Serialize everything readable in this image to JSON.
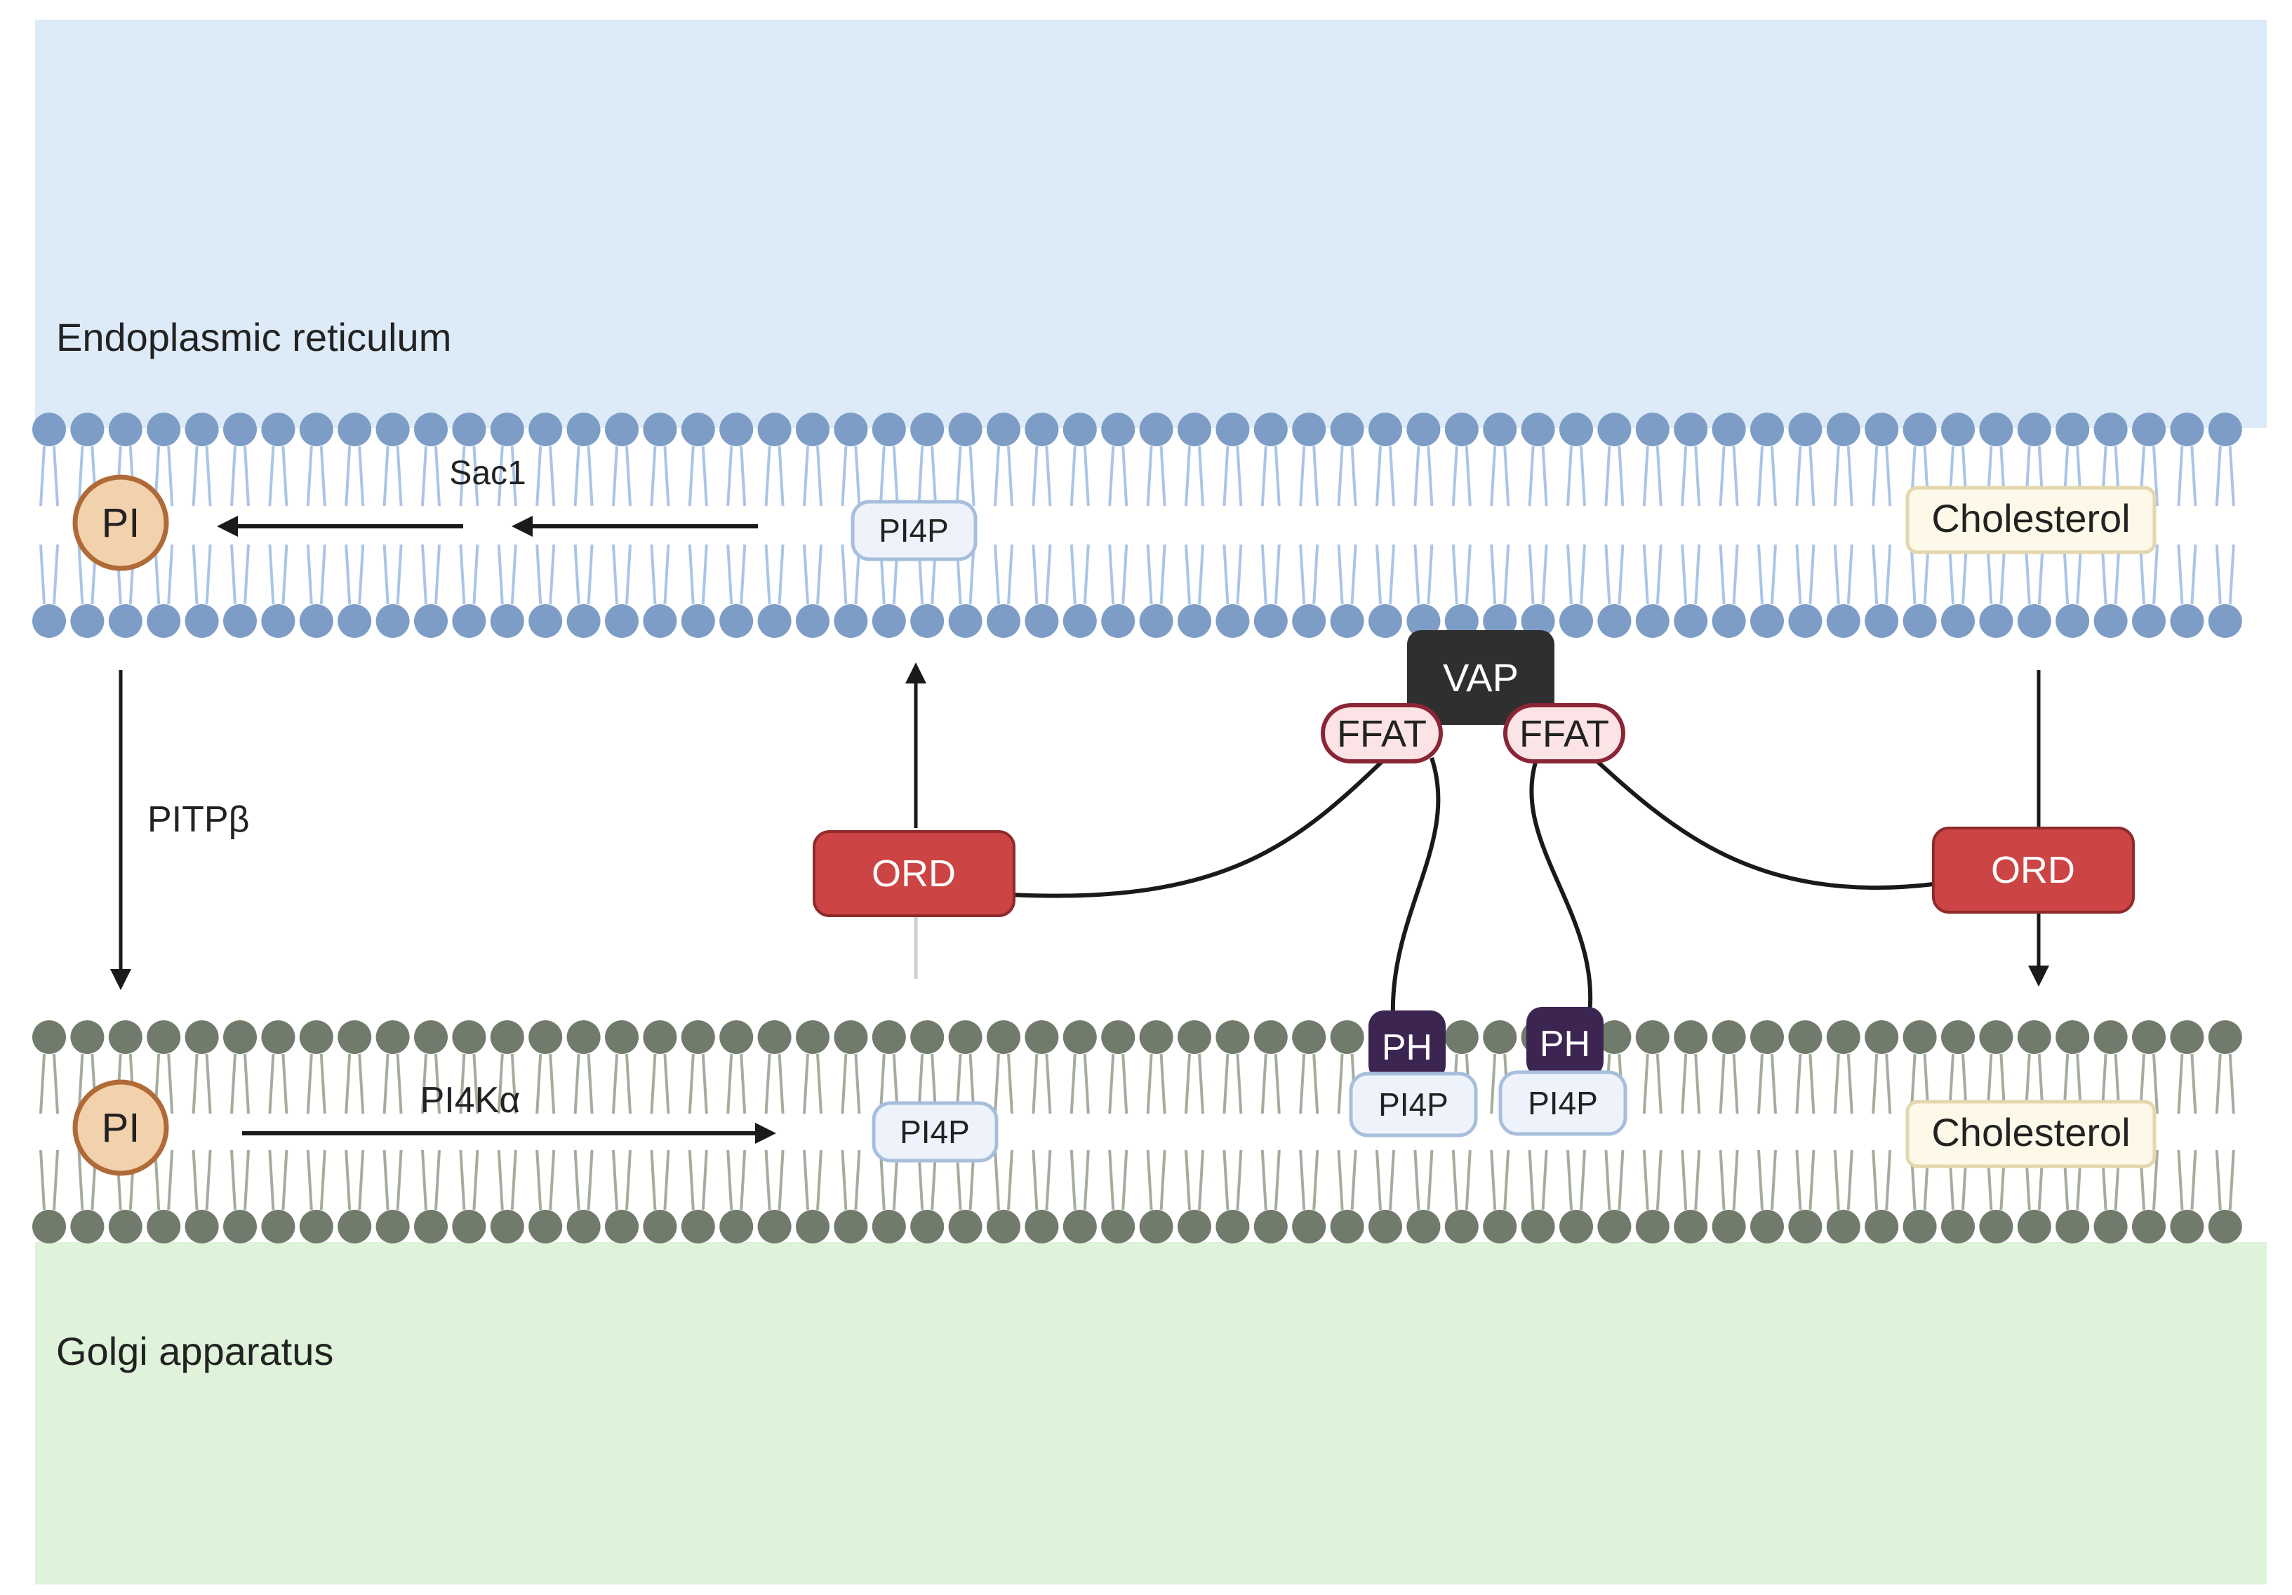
{
  "labels": {
    "er": "Endoplasmic reticulum",
    "golgi": "Golgi apparatus",
    "sac1": "Sac1",
    "pitp": "PITPβ",
    "pi4k": "PI4Kα"
  },
  "molecules": {
    "pi_er": "PI",
    "pi_golgi": "PI",
    "pi4p_er": "PI4P",
    "pi4p_golgi": "PI4P",
    "pi4p_ph_left": "PI4P",
    "pi4p_ph_right": "PI4P",
    "chol_er": "Cholesterol",
    "chol_golgi": "Cholesterol"
  },
  "proteins": {
    "vap": "VAP",
    "ffat_left": "FFAT",
    "ffat_right": "FFAT",
    "ord_left": "ORD",
    "ord_right": "ORD",
    "ph_left": "PH",
    "ph_right": "PH"
  },
  "colors": {
    "er_lumen": "#ddebf8",
    "golgi_lumen": "#dff2da",
    "er_lipid_head": "#7d9dc6",
    "er_lipid_tail": "#a9c5e8",
    "golgi_lipid_head": "#717b6b",
    "golgi_lipid_tail": "#a4ad9d",
    "ord": "#cc4444",
    "vap": "#2f2f2f",
    "ffat_fill": "#fbe3e6",
    "ffat_stroke": "#8a2535",
    "ph": "#3d2552",
    "pi_fill": "#f2d2ad",
    "pi_stroke": "#b06a37",
    "pi4p_fill": "#eef3fb",
    "pi4p_stroke": "#a7bedc",
    "chol_fill": "#fdf8e8",
    "chol_stroke": "#e4d7ad"
  }
}
